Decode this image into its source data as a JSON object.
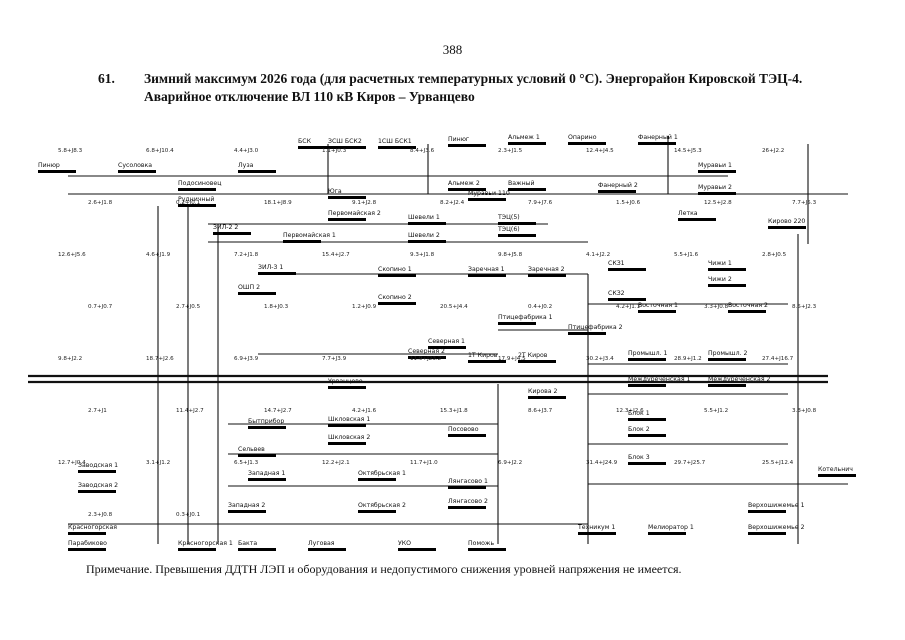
{
  "page": {
    "number": "388",
    "item_number": "61.",
    "title": "Зимний максимум 2026 года (для расчетных температурных условий 0 °C). Энергорайон Кировской ТЭЦ-4. Аварийное отключение ВЛ 110 кВ Киров – Урванцево",
    "note": "Примечание. Превышения ДДТН ЛЭП и оборудования и недопустимого снижения уровней напряжения не имеется."
  },
  "diagram": {
    "line_color": "#111111",
    "bus_color": "#000000",
    "substations": [
      {
        "id": "bsk",
        "label": "БСК"
      },
      {
        "id": "zsh",
        "label": "ЗСШ БСК2"
      },
      {
        "id": "zsh1",
        "label": "1СШ БСК1"
      },
      {
        "id": "pinug",
        "label": "Пинюг"
      },
      {
        "id": "anyem",
        "label": "Альмеж 1"
      },
      {
        "id": "oparino",
        "label": "Опарино"
      },
      {
        "id": "fanerny",
        "label": "Фанерный 1"
      },
      {
        "id": "pinyur",
        "label": "Пинюр"
      },
      {
        "id": "susolovka",
        "label": "Сусоловка"
      },
      {
        "id": "luza",
        "label": "Луза"
      },
      {
        "id": "podosinovets",
        "label": "Подосиновец"
      },
      {
        "id": "almezh2",
        "label": "Альмеж 2"
      },
      {
        "id": "vazhny",
        "label": "Важный"
      },
      {
        "id": "fanerny2",
        "label": "Фанерный 2"
      },
      {
        "id": "muravyi",
        "label": "Муравьи 1"
      },
      {
        "id": "muravyi2",
        "label": "Муравьи 2"
      },
      {
        "id": "muravyi110",
        "label": "Муравьи 110"
      },
      {
        "id": "yuga",
        "label": "Юга"
      },
      {
        "id": "rudnichny",
        "label": "Рудничный"
      },
      {
        "id": "letka",
        "label": "Летка"
      },
      {
        "id": "kirovs220",
        "label": "Кирово 220"
      },
      {
        "id": "pervomayskaya2",
        "label": "Первомайская 2"
      },
      {
        "id": "sheveli1",
        "label": "Шевели 1"
      },
      {
        "id": "tec5",
        "label": "ТЭЦ(5)"
      },
      {
        "id": "tec6",
        "label": "ТЭЦ(6)"
      },
      {
        "id": "zil2",
        "label": "ЗИЛ-2 2"
      },
      {
        "id": "pervomayskaya1",
        "label": "Первомайская 1"
      },
      {
        "id": "sheveli2",
        "label": "Шевели 2"
      },
      {
        "id": "zil1",
        "label": "ЗИЛ-3 1"
      },
      {
        "id": "skopino",
        "label": "Скопино 1"
      },
      {
        "id": "zarechnaya",
        "label": "Заречная 1"
      },
      {
        "id": "zarechnaya2",
        "label": "Заречная 2"
      },
      {
        "id": "cks1",
        "label": "СКЗ1"
      },
      {
        "id": "chizh1",
        "label": "Чижи 1"
      },
      {
        "id": "chizh2",
        "label": "Чижи 2"
      },
      {
        "id": "cks2",
        "label": "СКЗ2"
      },
      {
        "id": "ptice1",
        "label": "Птицефабрика 1"
      },
      {
        "id": "ptice2",
        "label": "Птицефабрика 2"
      },
      {
        "id": "vostochnaya1",
        "label": "Восточная 1"
      },
      {
        "id": "vostochnaya2",
        "label": "Восточная 2"
      },
      {
        "id": "oshp",
        "label": "ОШП 2"
      },
      {
        "id": "skopino2",
        "label": "Скопино 2"
      },
      {
        "id": "severnaya1",
        "label": "Северная 1"
      },
      {
        "id": "severnaya2",
        "label": "Северная 2"
      },
      {
        "id": "urvantsevo",
        "label": "Урванцево"
      },
      {
        "id": "kirov1",
        "label": "1Т Киров"
      },
      {
        "id": "kirov2",
        "label": "2Т Киров"
      },
      {
        "id": "promyshl",
        "label": "Промышл. 1"
      },
      {
        "id": "promyshl2",
        "label": "Промышл. 2"
      },
      {
        "id": "mezhdurech1",
        "label": "Междуреченская 1"
      },
      {
        "id": "mezhdurech2",
        "label": "Междуреченская 2"
      },
      {
        "id": "bytpribor",
        "label": "Бытприбор"
      },
      {
        "id": "shkolnaya1",
        "label": "Шкловская 1"
      },
      {
        "id": "shkolnaya2",
        "label": "Шкловская 2"
      },
      {
        "id": "selnevo",
        "label": "Сельвев"
      },
      {
        "id": "pososovo",
        "label": "Посовово"
      },
      {
        "id": "kirova",
        "label": "Кирова 2"
      },
      {
        "id": "blok1",
        "label": "Блок 1"
      },
      {
        "id": "blok2",
        "label": "Блок 2"
      },
      {
        "id": "blok3",
        "label": "Блок 3"
      },
      {
        "id": "zapadnaya1",
        "label": "Западная 1"
      },
      {
        "id": "zapadnaya2",
        "label": "Западная 2"
      },
      {
        "id": "oktyabrskaya1",
        "label": "Октябрьская 1"
      },
      {
        "id": "oktyabrskaya2",
        "label": "Октябрьская 2"
      },
      {
        "id": "lyangasovo",
        "label": "Лянгасово 1"
      },
      {
        "id": "lyangasovo2",
        "label": "Лянгасово 2"
      },
      {
        "id": "zavodskaya",
        "label": "Заводская 1"
      },
      {
        "id": "zavodskaya2",
        "label": "Заводская 2"
      },
      {
        "id": "krasnogorskaya",
        "label": "Красногорская"
      },
      {
        "id": "krasnogorskaya1",
        "label": "Красногорская 1"
      },
      {
        "id": "parabikovo",
        "label": "Парабиково"
      },
      {
        "id": "bakta",
        "label": "Бакта"
      },
      {
        "id": "lugovaya",
        "label": "Луговая"
      },
      {
        "id": "uko",
        "label": "УКО"
      },
      {
        "id": "pomoj",
        "label": "Поможь"
      },
      {
        "id": "tehnigpe",
        "label": "Техникум 1"
      },
      {
        "id": "mozhnoshop",
        "label": "Мелиоратор 1"
      },
      {
        "id": "verhosh1",
        "label": "Верхошижемье 1"
      },
      {
        "id": "verhosh2",
        "label": "Верхошижемье 2"
      },
      {
        "id": "kotelnich",
        "label": "Котельнич"
      }
    ],
    "flows": [
      "5.8+J8.3",
      "6.8+J10.4",
      "4.4+J3.0",
      "1.1+J0.3",
      "8.4+J3.6",
      "2.3+J1.5",
      "12.4+J4.5",
      "14.5+J5.3",
      "26+J2.2",
      "2.6+J1.8",
      "0.2+J0.1",
      "18.1+J8.9",
      "9.1+J2.8",
      "8.2+J2.4",
      "7.9+J7.6",
      "1.5+J0.6",
      "12.5+J2.8",
      "7.7+J5.3",
      "12.6+J5.6",
      "4.6+J1.9",
      "7.2+J1.8",
      "15.4+J2.7",
      "9.3+J1.8",
      "9.8+J5.8",
      "4.1+J2.2",
      "5.5+J1.6",
      "2.8+J0.5",
      "0.7+J0.7",
      "2.7+J0.5",
      "1.8+J0.3",
      "1.2+J0.9",
      "20.5+J4.4",
      "0.4+J0.2",
      "4.2+J1.1",
      "3.3+J0.8",
      "8.5+J2.3",
      "9.8+J2.2",
      "18.7+J2.6",
      "6.9+J3.9",
      "7.7+J3.9",
      "11.9+J23.2",
      "17.9+J4.5",
      "30.2+J3.4",
      "28.9+J1.2",
      "27.4+J16.7",
      "2.7+J1",
      "11.4+J2.7",
      "14.7+J2.7",
      "4.2+J1.6",
      "15.3+J1.8",
      "8.6+J3.7",
      "12.3+J2.6",
      "5.5+J1.2",
      "3.3+J0.8",
      "12.7+J0.4",
      "3.1+J1.2",
      "6.5+J1.3",
      "12.2+J2.1",
      "11.7+J1.0",
      "6.9+J2.2",
      "31.4+J24.9",
      "29.7+J25.7",
      "25.5+J12.4",
      "2.3+J0.8",
      "0.3+J0.1"
    ]
  }
}
